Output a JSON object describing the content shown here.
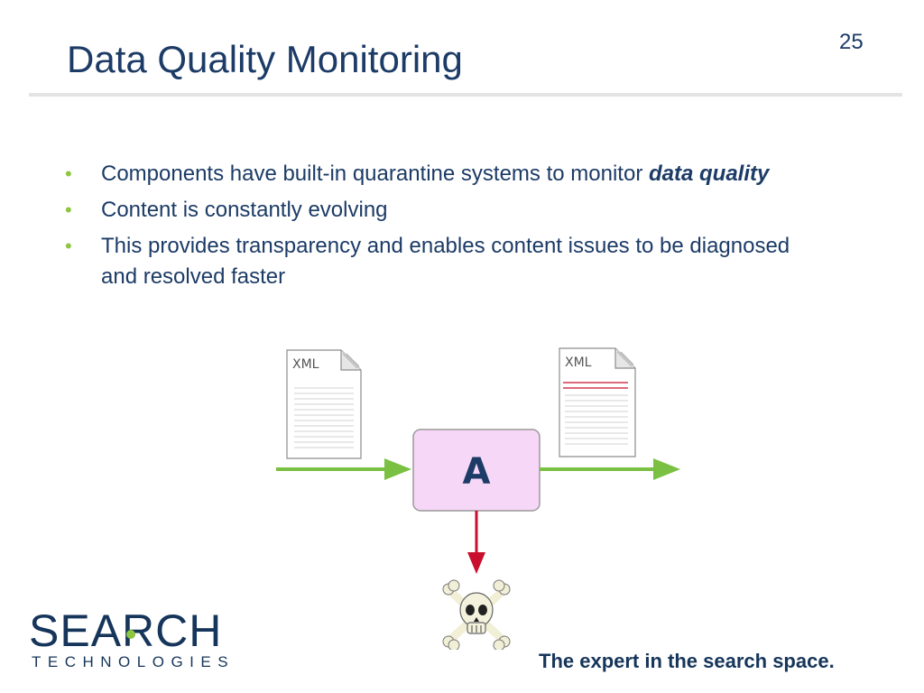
{
  "slide": {
    "title": "Data Quality Monitoring",
    "page_number": "25",
    "bullets": [
      {
        "text": "Components have built-in quarantine systems to monitor ",
        "emphasis": "data quality"
      },
      {
        "text": "Content is constantly evolving",
        "emphasis": ""
      },
      {
        "text": "This provides transparency and enables content issues to be diagnosed and resolved faster",
        "emphasis": ""
      }
    ],
    "bullet_glyph": "•"
  },
  "diagram": {
    "input_doc_label": "XML",
    "output_doc_label": "XML",
    "component_label": "A",
    "quarantine_icon": "skull-crossbones-icon",
    "colors": {
      "flow_arrow": "#7ac143",
      "reject_arrow": "#c8102e",
      "component_fill": "#f7d7f7",
      "component_border": "#9a9a9a"
    }
  },
  "footer": {
    "logo_word": "SEARCH",
    "logo_sub": "TECHNOLOGIES",
    "tagline": "The expert in the search space."
  },
  "colors": {
    "title": "#1c3b66",
    "bullet": "#8dc63f",
    "accent_green": "#8dc63f"
  }
}
